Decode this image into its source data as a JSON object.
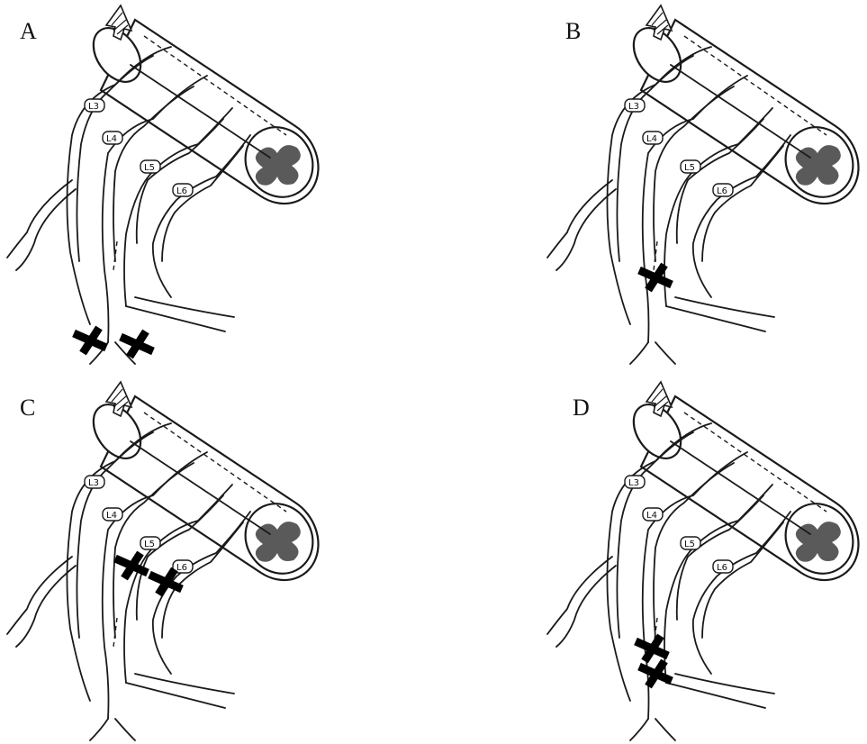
{
  "figure": {
    "panels": [
      {
        "letter": "A",
        "roots": [
          "L3",
          "L4",
          "L5",
          "L6"
        ],
        "transection_count": 2,
        "transection_site": "distal branches"
      },
      {
        "letter": "B",
        "roots": [
          "L3",
          "L4",
          "L5",
          "L6"
        ],
        "transection_count": 1,
        "transection_site": "main trunk"
      },
      {
        "letter": "C",
        "roots": [
          "L3",
          "L4",
          "L5",
          "L6"
        ],
        "transection_count": 2,
        "transection_site": "L5 and L6 roots"
      },
      {
        "letter": "D",
        "roots": [
          "L3",
          "L4",
          "L5",
          "L6"
        ],
        "transection_count": 2,
        "transection_site": "main trunk (double)"
      }
    ],
    "colors": {
      "line": "#1a1a1a",
      "grey_matter": "#5a5a5a",
      "cut_mark": "#000000"
    }
  }
}
